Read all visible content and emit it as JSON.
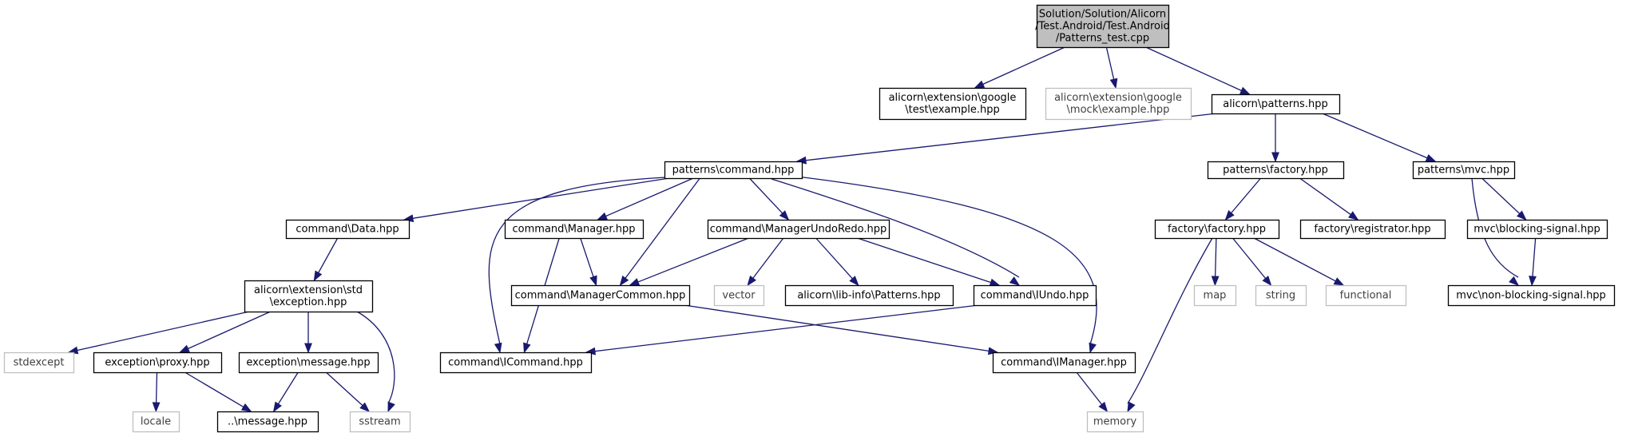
{
  "colors": {
    "edge": "#191970",
    "root_fill": "#bfbfbf",
    "node_border": "#000000",
    "external_border": "#bfbfbf"
  },
  "nodes": [
    {
      "id": "root",
      "lines": [
        "Solution/Solution/Alicorn",
        "/Test.Android/Test.Android",
        "/Patterns_test.cpp"
      ],
      "kind": "root"
    },
    {
      "id": "google-test",
      "lines": [
        "alicorn\\extension\\google",
        "\\test\\example.hpp"
      ],
      "kind": "normal"
    },
    {
      "id": "google-mock",
      "lines": [
        "alicorn\\extension\\google",
        "\\mock\\example.hpp"
      ],
      "kind": "external"
    },
    {
      "id": "patterns",
      "lines": [
        "alicorn\\patterns.hpp"
      ],
      "kind": "normal"
    },
    {
      "id": "command",
      "lines": [
        "patterns\\command.hpp"
      ],
      "kind": "normal"
    },
    {
      "id": "factory",
      "lines": [
        "patterns\\factory.hpp"
      ],
      "kind": "normal"
    },
    {
      "id": "mvc",
      "lines": [
        "patterns\\mvc.hpp"
      ],
      "kind": "normal"
    },
    {
      "id": "data",
      "lines": [
        "command\\Data.hpp"
      ],
      "kind": "normal"
    },
    {
      "id": "manager",
      "lines": [
        "command\\Manager.hpp"
      ],
      "kind": "normal"
    },
    {
      "id": "undoredo",
      "lines": [
        "command\\ManagerUndoRedo.hpp"
      ],
      "kind": "normal"
    },
    {
      "id": "ffactory",
      "lines": [
        "factory\\factory.hpp"
      ],
      "kind": "normal"
    },
    {
      "id": "registrator",
      "lines": [
        "factory\\registrator.hpp"
      ],
      "kind": "normal"
    },
    {
      "id": "blocking",
      "lines": [
        "mvc\\blocking-signal.hpp"
      ],
      "kind": "normal"
    },
    {
      "id": "stdexc",
      "lines": [
        "alicorn\\extension\\std",
        "\\exception.hpp"
      ],
      "kind": "normal"
    },
    {
      "id": "common",
      "lines": [
        "command\\ManagerCommon.hpp"
      ],
      "kind": "normal"
    },
    {
      "id": "vector",
      "lines": [
        "vector"
      ],
      "kind": "external"
    },
    {
      "id": "libinfo",
      "lines": [
        "alicorn\\lib-info\\Patterns.hpp"
      ],
      "kind": "normal"
    },
    {
      "id": "iundo",
      "lines": [
        "command\\IUndo.hpp"
      ],
      "kind": "normal"
    },
    {
      "id": "map",
      "lines": [
        "map"
      ],
      "kind": "external"
    },
    {
      "id": "string",
      "lines": [
        "string"
      ],
      "kind": "external"
    },
    {
      "id": "functional",
      "lines": [
        "functional"
      ],
      "kind": "external"
    },
    {
      "id": "nonblocking",
      "lines": [
        "mvc\\non-blocking-signal.hpp"
      ],
      "kind": "normal"
    },
    {
      "id": "stdexcept",
      "lines": [
        "stdexcept"
      ],
      "kind": "external"
    },
    {
      "id": "proxy",
      "lines": [
        "exception\\proxy.hpp"
      ],
      "kind": "normal"
    },
    {
      "id": "emessage",
      "lines": [
        "exception\\message.hpp"
      ],
      "kind": "normal"
    },
    {
      "id": "icommand",
      "lines": [
        "command\\ICommand.hpp"
      ],
      "kind": "normal"
    },
    {
      "id": "imanager",
      "lines": [
        "command\\IManager.hpp"
      ],
      "kind": "normal"
    },
    {
      "id": "locale",
      "lines": [
        "locale"
      ],
      "kind": "external"
    },
    {
      "id": "msg",
      "lines": [
        "..\\message.hpp"
      ],
      "kind": "normal"
    },
    {
      "id": "sstream",
      "lines": [
        "sstream"
      ],
      "kind": "external"
    },
    {
      "id": "memory",
      "lines": [
        "memory"
      ],
      "kind": "external"
    }
  ],
  "edges": [
    [
      "root",
      "google-test"
    ],
    [
      "root",
      "google-mock"
    ],
    [
      "root",
      "patterns"
    ],
    [
      "patterns",
      "command"
    ],
    [
      "patterns",
      "factory"
    ],
    [
      "patterns",
      "mvc"
    ],
    [
      "command",
      "data"
    ],
    [
      "command",
      "manager"
    ],
    [
      "command",
      "undoredo"
    ],
    [
      "command",
      "common"
    ],
    [
      "command",
      "iundo"
    ],
    [
      "command",
      "icommand"
    ],
    [
      "command",
      "imanager"
    ],
    [
      "data",
      "stdexc"
    ],
    [
      "stdexc",
      "stdexcept"
    ],
    [
      "stdexc",
      "proxy"
    ],
    [
      "stdexc",
      "emessage"
    ],
    [
      "stdexc",
      "sstream"
    ],
    [
      "proxy",
      "locale"
    ],
    [
      "proxy",
      "msg"
    ],
    [
      "emessage",
      "msg"
    ],
    [
      "emessage",
      "sstream"
    ],
    [
      "manager",
      "common"
    ],
    [
      "manager",
      "icommand"
    ],
    [
      "undoredo",
      "common"
    ],
    [
      "undoredo",
      "vector"
    ],
    [
      "undoredo",
      "libinfo"
    ],
    [
      "undoredo",
      "iundo"
    ],
    [
      "common",
      "imanager"
    ],
    [
      "iundo",
      "icommand"
    ],
    [
      "imanager",
      "memory"
    ],
    [
      "factory",
      "ffactory"
    ],
    [
      "factory",
      "registrator"
    ],
    [
      "ffactory",
      "map"
    ],
    [
      "ffactory",
      "string"
    ],
    [
      "ffactory",
      "functional"
    ],
    [
      "ffactory",
      "memory"
    ],
    [
      "mvc",
      "blocking"
    ],
    [
      "mvc",
      "nonblocking"
    ],
    [
      "blocking",
      "nonblocking"
    ]
  ]
}
